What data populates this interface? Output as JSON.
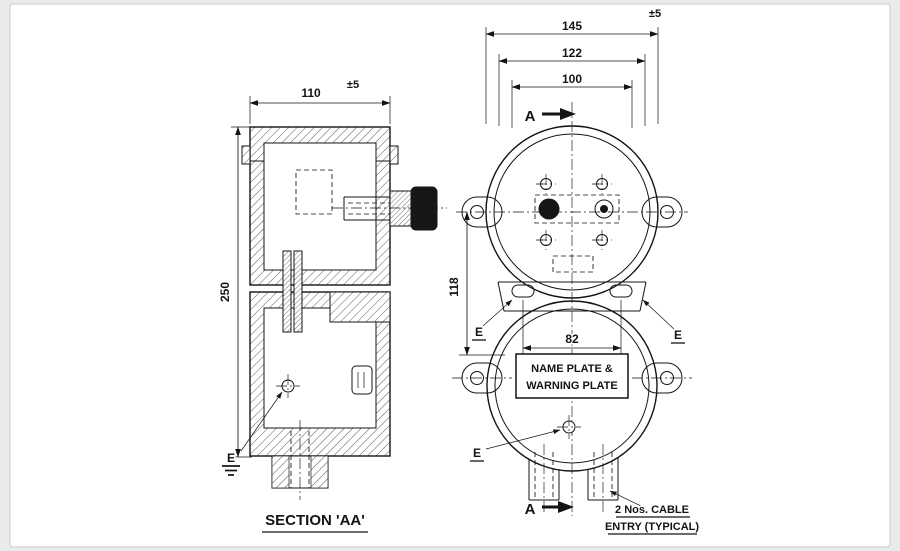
{
  "drawing": {
    "caption": "SECTION 'AA'",
    "labels": {
      "section_marker": "A",
      "earth": "E",
      "nameplate_line1": "NAME PLATE &",
      "nameplate_line2": "WARNING PLATE",
      "cable_note_line1": "2 Nos. CABLE",
      "cable_note_line2": "ENTRY (TYPICAL)"
    },
    "dims": {
      "tolerance": "±5",
      "left_view_width": "110",
      "left_view_height": "250",
      "front_overall_width": "145",
      "front_flange_width": "122",
      "front_inner_width": "100",
      "front_center_distance": "118",
      "front_slot_distance": "82"
    },
    "colors": {
      "background": "#e9eaea",
      "sheet": "#ffffff",
      "line": "#141414"
    }
  }
}
